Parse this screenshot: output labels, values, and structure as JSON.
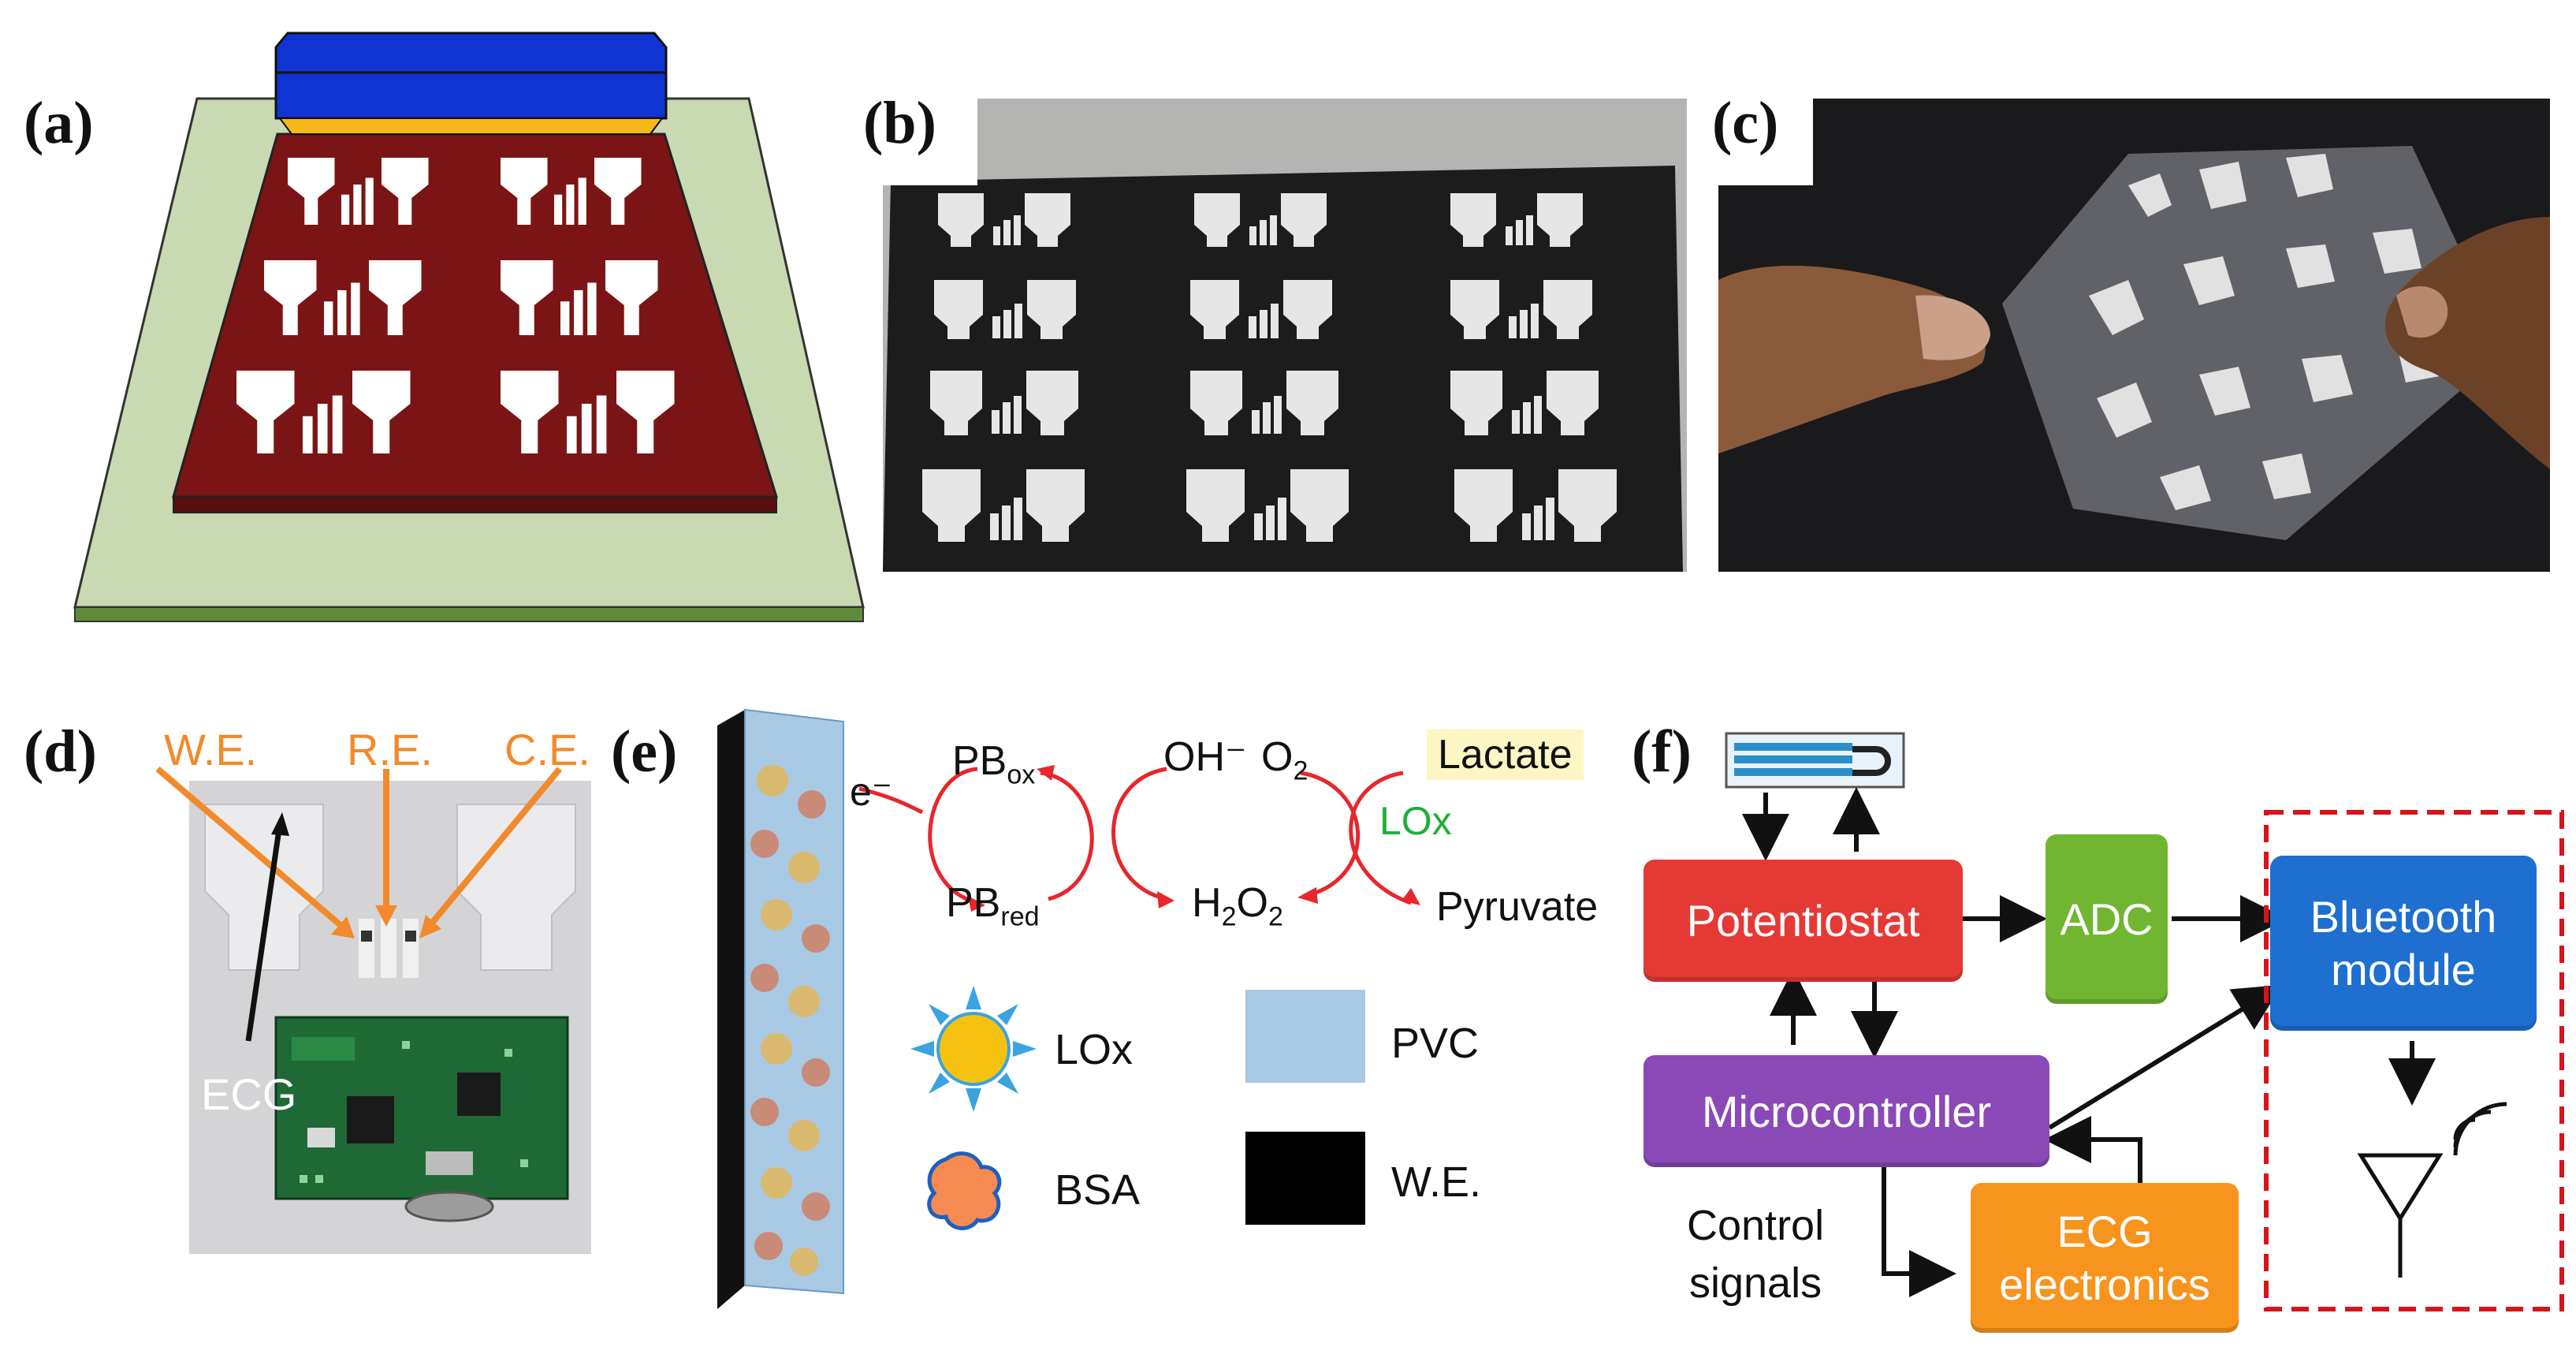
{
  "panels": {
    "a": {
      "label": "(a)"
    },
    "b": {
      "label": "(b)"
    },
    "c": {
      "label": "(c)"
    },
    "d": {
      "label": "(d)",
      "we": "W.E.",
      "re": "R.E.",
      "ce": "C.E.",
      "ecg": "ECG"
    },
    "e": {
      "label": "(e)",
      "electron": "e⁻",
      "pbox": "PB",
      "pbox_sub": "ox",
      "pbred": "PB",
      "pbred_sub": "red",
      "oh": "OH⁻",
      "o2": "O",
      "o2_sub": "2",
      "h2o2_a": "H",
      "h2o2_sub1": "2",
      "h2o2_b": "O",
      "h2o2_sub2": "2",
      "lactate": "Lactate",
      "lox_enzyme": "LOx",
      "pyruvate": "Pyruvate",
      "legend_lox": "LOx",
      "legend_bsa": "BSA",
      "legend_pvc": "PVC",
      "legend_we": "W.E."
    },
    "f": {
      "label": "(f)",
      "potentiostat": "Potentiostat",
      "adc": "ADC",
      "bluetooth_line1": "Bluetooth",
      "bluetooth_line2": "module",
      "microcontroller": "Microcontroller",
      "ecg_line1": "ECG",
      "ecg_line2": "electronics",
      "control_line1": "Control",
      "control_line2": "signals"
    }
  },
  "colors": {
    "orange_label": "#f28a2c",
    "lox_green": "#1fae3a",
    "lactate_bg": "#fbf6c4",
    "arrow_red": "#e8262b",
    "potentiostat": "#e53935",
    "adc": "#71b631",
    "bluetooth": "#1e6fd0",
    "microcontroller": "#8a49b6",
    "ecg_box": "#f7941d",
    "dashed_red": "#d8141a"
  }
}
